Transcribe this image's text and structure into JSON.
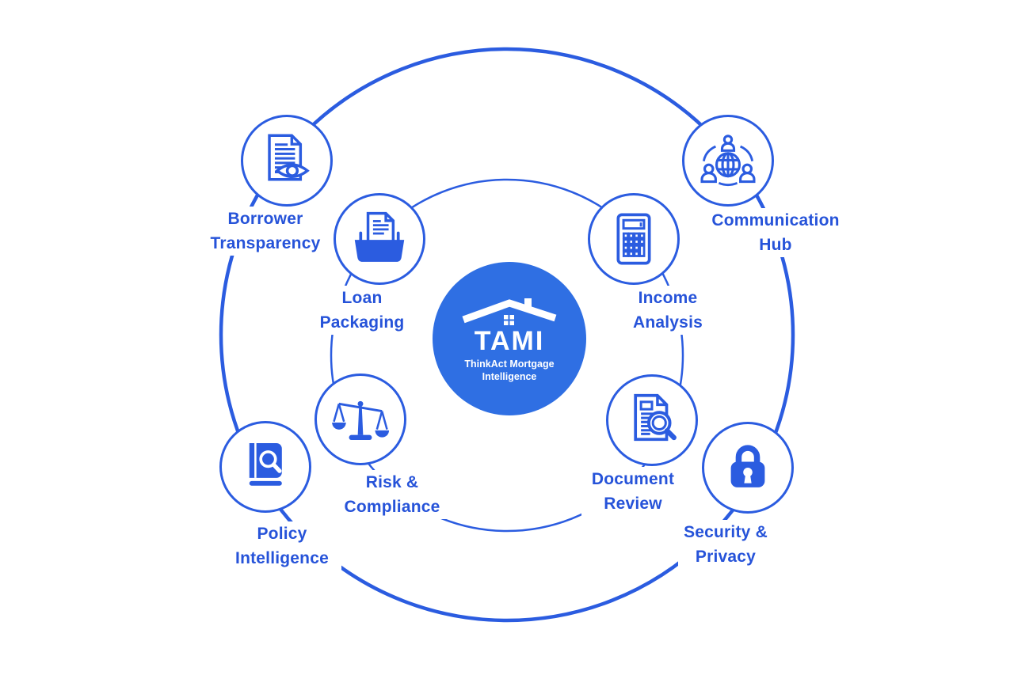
{
  "center": {
    "acronym": "TAMI",
    "subtitle_line1": "ThinkAct Mortgage",
    "subtitle_line2": "Intelligence"
  },
  "nodes": [
    {
      "id": "borrower-transparency",
      "label": "Borrower Transparency",
      "icon": "document-eye-icon",
      "ring": "outer"
    },
    {
      "id": "communication-hub",
      "label": "Communication Hub",
      "icon": "globe-people-icon",
      "ring": "outer"
    },
    {
      "id": "loan-packaging",
      "label": "Loan Packaging",
      "icon": "folder-document-icon",
      "ring": "inner"
    },
    {
      "id": "income-analysis",
      "label": "Income Analysis",
      "icon": "calculator-icon",
      "ring": "inner"
    },
    {
      "id": "risk-compliance",
      "label": "Risk & Compliance",
      "icon": "scales-icon",
      "ring": "inner"
    },
    {
      "id": "document-review",
      "label": "Document Review",
      "icon": "magnifier-document-icon",
      "ring": "inner"
    },
    {
      "id": "policy-intelligence",
      "label": "Policy Intelligence",
      "icon": "book-magnifier-icon",
      "ring": "outer"
    },
    {
      "id": "security-privacy",
      "label": "Security & Privacy",
      "icon": "padlock-icon",
      "ring": "outer"
    }
  ],
  "colors": {
    "primary": "#2B5CE0",
    "label_text": "#2653D9",
    "center_fill": "#2F6FE3",
    "background": "#FFFFFF"
  }
}
